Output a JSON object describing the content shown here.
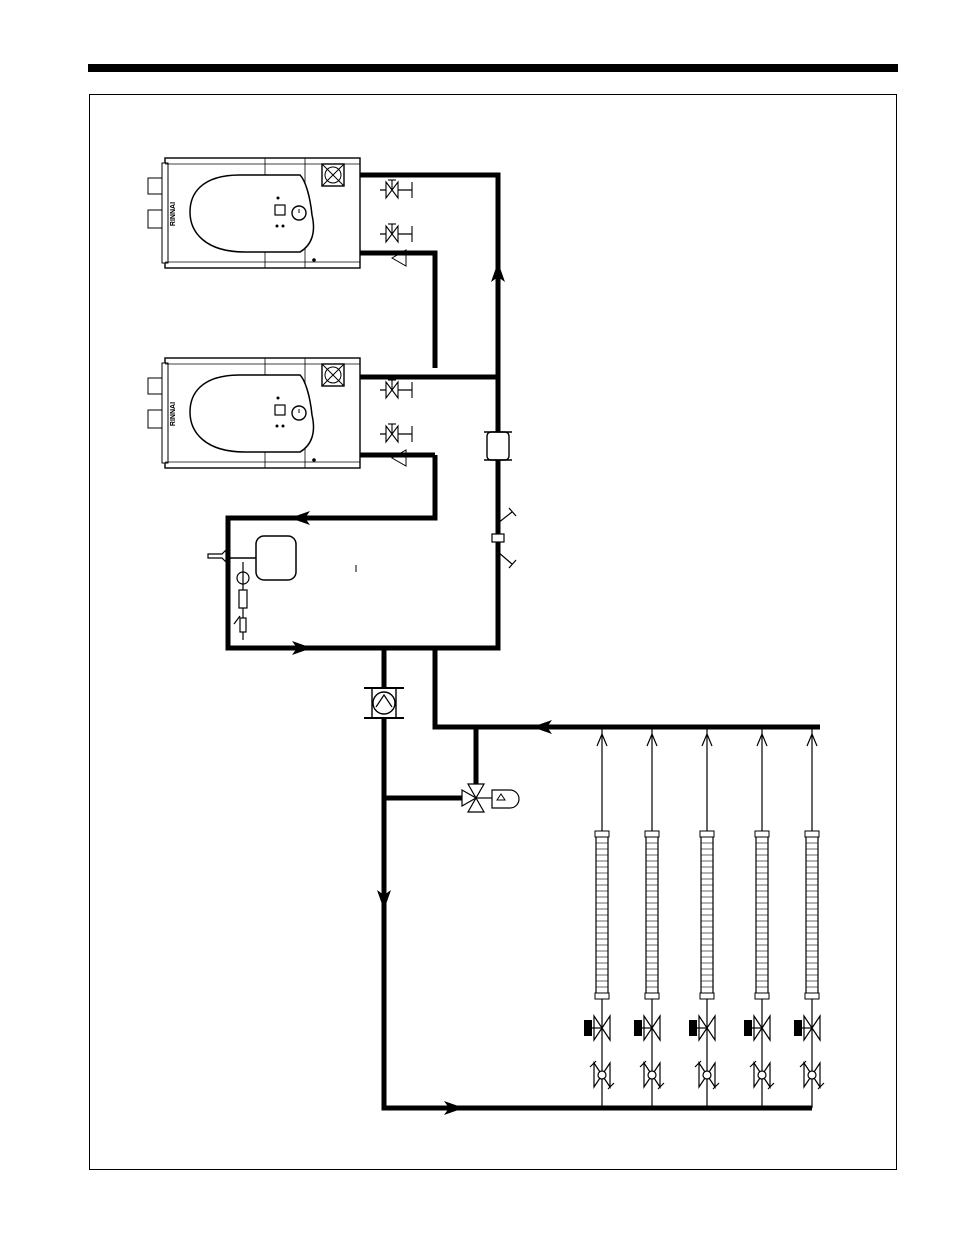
{
  "boilers": [
    {
      "brand_label": "RINNAI"
    },
    {
      "brand_label": "RINNAI"
    }
  ],
  "zone_count": 5,
  "flow_arrows": [
    "up",
    "left",
    "right",
    "left",
    "down",
    "right"
  ],
  "colors": {
    "line": "#000000",
    "background": "#ffffff"
  },
  "icons": [
    "boiler-icon",
    "boiler-pump-icon",
    "gas-valve-icon",
    "water-valve-icon",
    "check-valve-icon",
    "hydraulic-separator-icon",
    "drain-valve-icon",
    "expansion-tank-icon",
    "air-separator-icon",
    "pressure-reducing-valve-icon",
    "system-pump-icon",
    "mixing-valve-icon",
    "zone-radiator-icon",
    "zone-valve-icon",
    "balancing-valve-icon"
  ]
}
